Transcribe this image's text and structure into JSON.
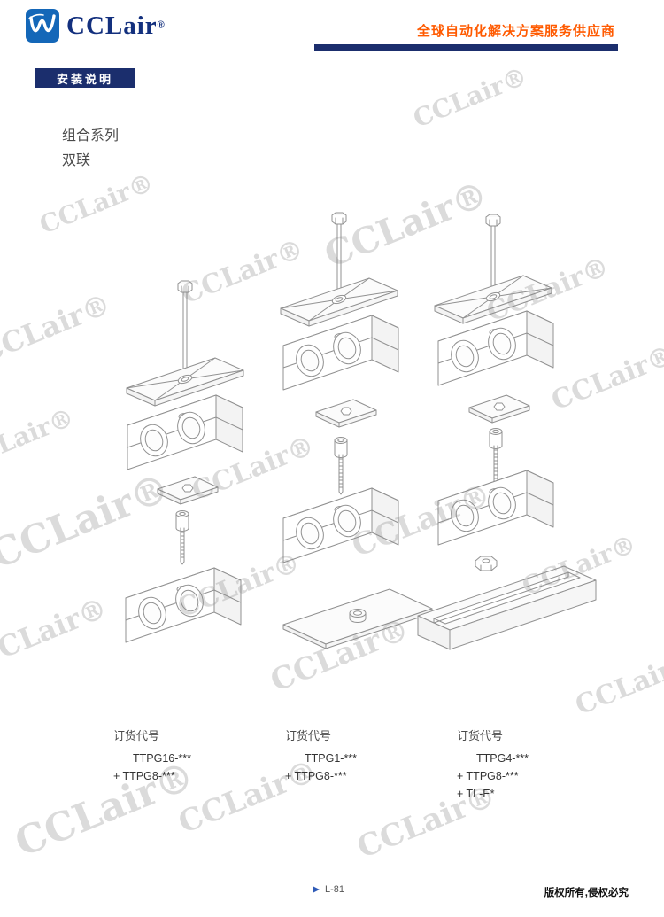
{
  "header": {
    "brand": "CCLair",
    "reg": "®",
    "slogan": "全球自动化解决方案服务供应商"
  },
  "section_label": "安装说明",
  "titles": {
    "series": "组合系列",
    "variant": "双联"
  },
  "watermark": {
    "text": "CCLair®"
  },
  "orders": [
    {
      "label": "订货代号",
      "codes": [
        "TTPG16-***",
        "+ TTPG8-***"
      ]
    },
    {
      "label": "订货代号",
      "codes": [
        "TTPG1-***",
        "+ TTPG8-***"
      ]
    },
    {
      "label": "订货代号",
      "codes": [
        "TTPG4-***",
        "+ TTPG8-***",
        "+ TL-E*"
      ]
    }
  ],
  "footer": {
    "page": "L-81",
    "copyright": "版权所有,侵权必究"
  }
}
